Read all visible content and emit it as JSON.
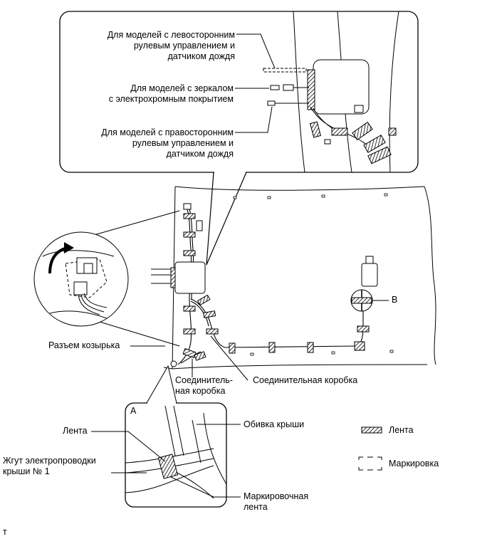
{
  "callout": {
    "left_hand_rain": "Для моделей с левосторонним\nрулевым управлением и\nдатчиком дождя",
    "electrochromic": "Для моделей с зеркалом\nс электрохромным покрытием",
    "right_hand_rain": "Для моделей с правосторонним\nрулевым управлением и\nдатчиком дождя"
  },
  "main": {
    "visor_connector": "Разъем козырька",
    "junction_box_left": "Соединитель-\nная коробка",
    "junction_box_right": "Соединительная коробка",
    "point_b": "B"
  },
  "detail_a": {
    "tag": "A",
    "tape": "Лента",
    "roof_harness": "Жгут электропроводки\nкрыши № 1",
    "roof_lining": "Обивка крыши",
    "marking_tape": "Маркировочная\nлента"
  },
  "legend": {
    "tape": "Лента",
    "marking": "Маркировка"
  },
  "corner_mark": "т"
}
